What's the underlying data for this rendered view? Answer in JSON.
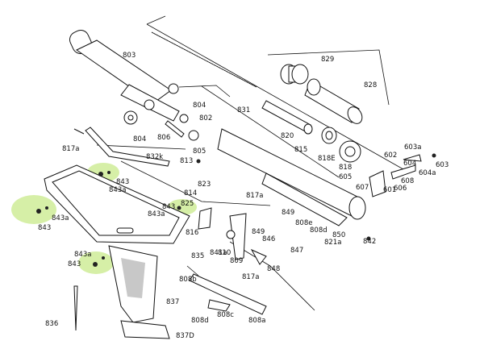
{
  "highlight_color": "#c8e98a",
  "labels": {
    "l803": "803",
    "l829": "829",
    "l828": "828",
    "l804": "804",
    "l831": "831",
    "l802": "802",
    "l806": "806",
    "l820": "820",
    "l817a": "817a",
    "l805": "805",
    "l815": "815",
    "l603a": "603a",
    "l602": "602",
    "l832k": "832k",
    "l813": "813",
    "l818e": "818E",
    "l603": "603",
    "l604": "604",
    "l818": "818",
    "l604a": "604a",
    "l605": "605",
    "l608": "608",
    "l843": "843",
    "l823": "823",
    "l607": "607",
    "l601": "601",
    "l606": "606",
    "l843a": "843a",
    "l814": "814",
    "l825": "825",
    "l849": "849",
    "l808e": "808e",
    "l816": "816",
    "l808d": "808d",
    "l850": "850",
    "l846": "846",
    "l842": "842",
    "l821a": "821a",
    "l841a": "841a",
    "l835": "835",
    "l810": "810",
    "l847": "847",
    "l809": "809",
    "l848": "848",
    "l808b": "808b",
    "l837": "837",
    "l808c": "808c",
    "l836": "836",
    "l808a": "808a",
    "l837d": "837D"
  }
}
